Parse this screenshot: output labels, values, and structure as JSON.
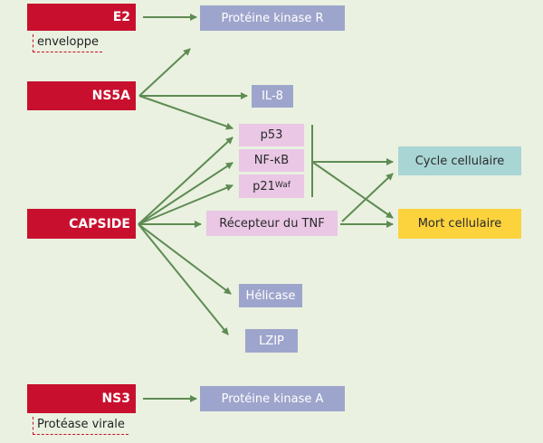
{
  "sources": {
    "e2": "E2",
    "ns5a": "NS5A",
    "capside": "CAPSIDE",
    "ns3": "NS3"
  },
  "notes": {
    "e2_note": "enveloppe",
    "ns3_note": "Protéase virale"
  },
  "targets": {
    "pkr": "Protéine kinase R",
    "il8": "IL-8",
    "p53": "p53",
    "nfkb": "NF-κB",
    "p21": "p21",
    "p21_sup": "Waf",
    "tnf": "Récepteur du TNF",
    "helicase": "Hélicase",
    "lzip": "LZIP",
    "pka": "Protéine kinase A"
  },
  "outcomes": {
    "cycle": "Cycle cellulaire",
    "mort": "Mort cellulaire"
  },
  "colors": {
    "background": "#eaf1e0",
    "viral_protein": "#c8102e",
    "target_blue": "#9ea5cc",
    "target_pink": "#e9c7e5",
    "outcome_teal": "#a9d5d5",
    "outcome_yellow": "#fcd33d",
    "arrow": "#5e8b53"
  }
}
